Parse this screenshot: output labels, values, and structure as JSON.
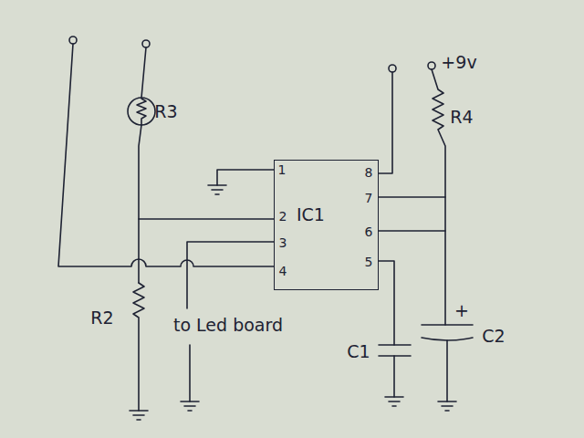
{
  "diagram": {
    "nodes": [
      {
        "text": [
          "IC1"
        ]
      }
    ],
    "labels": [
      "R3",
      "R2",
      "to Led board",
      "R4",
      "+9v",
      "C1",
      "C2",
      "+",
      "1",
      "2",
      "3",
      "4",
      "8",
      "7",
      "6",
      "5"
    ]
  }
}
